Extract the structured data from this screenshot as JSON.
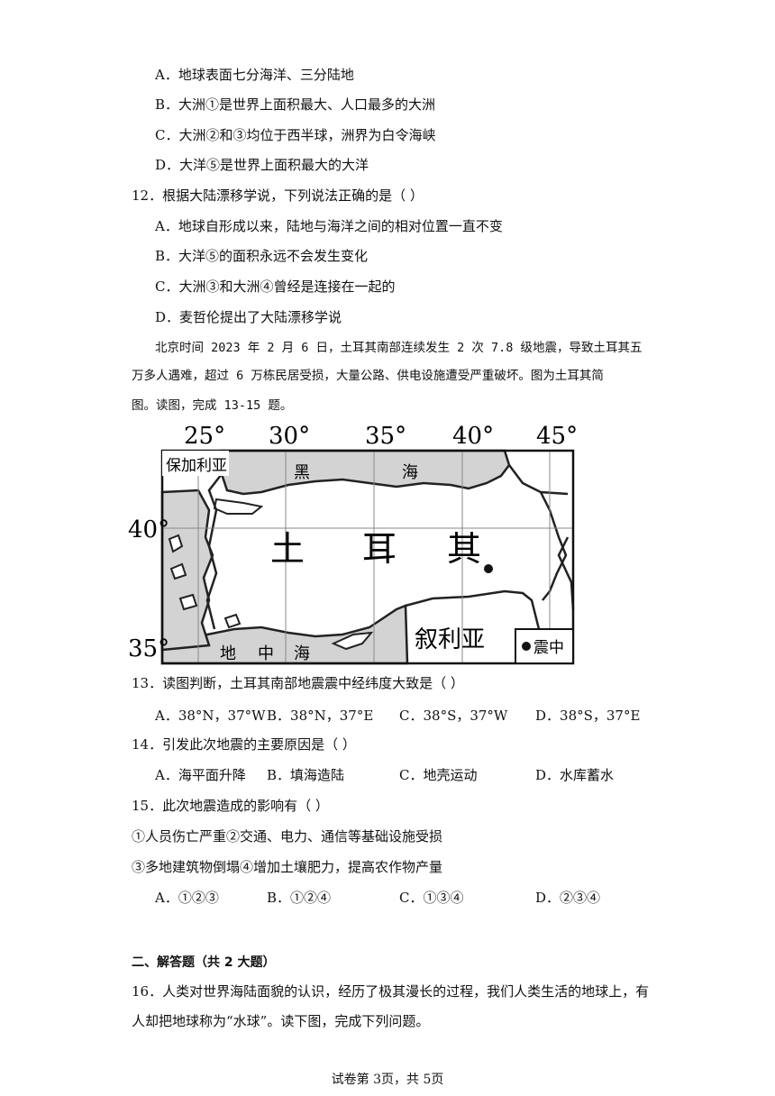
{
  "q11_options": {
    "A": "A．地球表面七分海洋、三分陆地",
    "B": "B．大洲①是世界上面积最大、人口最多的大洲",
    "C": "C．大洲②和③均位于西半球，洲界为白令海峡",
    "D": "D．大洋⑤是世界上面积最大的大洋"
  },
  "q12": {
    "stem": "12．根据大陆漂移学说，下列说法正确的是（    ）",
    "A": "A．地球自形成以来，陆地与海洋之间的相对位置一直不变",
    "B": "B．大洋⑤的面积永远不会发生变化",
    "C": "C．大洲③和大洲④曾经是连接在一起的",
    "D": "D．麦哲伦提出了大陆漂移学说"
  },
  "passage": {
    "line1": "北京时间 2023 年 2 月 6 日，土耳其南部连续发生 2 次 7.8 级地震，导致土耳其五",
    "line2": "万多人遇难，超过 6 万栋民居受损，大量公路、供电设施遭受严重破坏。图为土耳其简",
    "line3": "图。读图，完成 13-15 题。"
  },
  "map": {
    "lon_labels": [
      "25°",
      "30°",
      "35°",
      "40°",
      "45°"
    ],
    "lat_labels": [
      "40°",
      "35°"
    ],
    "bulgaria": "保加利亚",
    "black_sea_1": "黑",
    "black_sea_2": "海",
    "turkey_1": "土",
    "turkey_2": "耳",
    "turkey_3": "其",
    "syria": "叙利亚",
    "med_1": "地",
    "med_2": "中",
    "med_3": "海",
    "legend_label": "震中"
  },
  "q13": {
    "stem": "13．读图判断，土耳其南部地震震中经纬度大致是（    ）",
    "A": "A．38°N，37°W",
    "B": "B．38°N，37°E",
    "C": "C．38°S，37°W",
    "D": "D．38°S，37°E"
  },
  "q14": {
    "stem": "14．引发此次地震的主要原因是（    ）",
    "A": "A．海平面升降",
    "B": "B．填海造陆",
    "C": "C．地壳运动",
    "D": "D．水库蓄水"
  },
  "q15": {
    "stem": "15．此次地震造成的影响有（    ）",
    "line1": "①人员伤亡严重②交通、电力、通信等基础设施受损",
    "line2": "③多地建筑物倒塌④增加土壤肥力，提高农作物产量",
    "A": "A．①②③",
    "B": "B．①②④",
    "C": "C．①③④",
    "D": "D．②③④"
  },
  "section2": {
    "title": "二、解答题（共 2 大题）"
  },
  "q16": {
    "line1": "16．人类对世界海陆面貌的认识，经历了极其漫长的过程，我们人类生活的地球上，有",
    "line2": "人却把地球称为“水球”。读下图，完成下列问题。"
  },
  "footer": "试卷第 3页，共 5页"
}
